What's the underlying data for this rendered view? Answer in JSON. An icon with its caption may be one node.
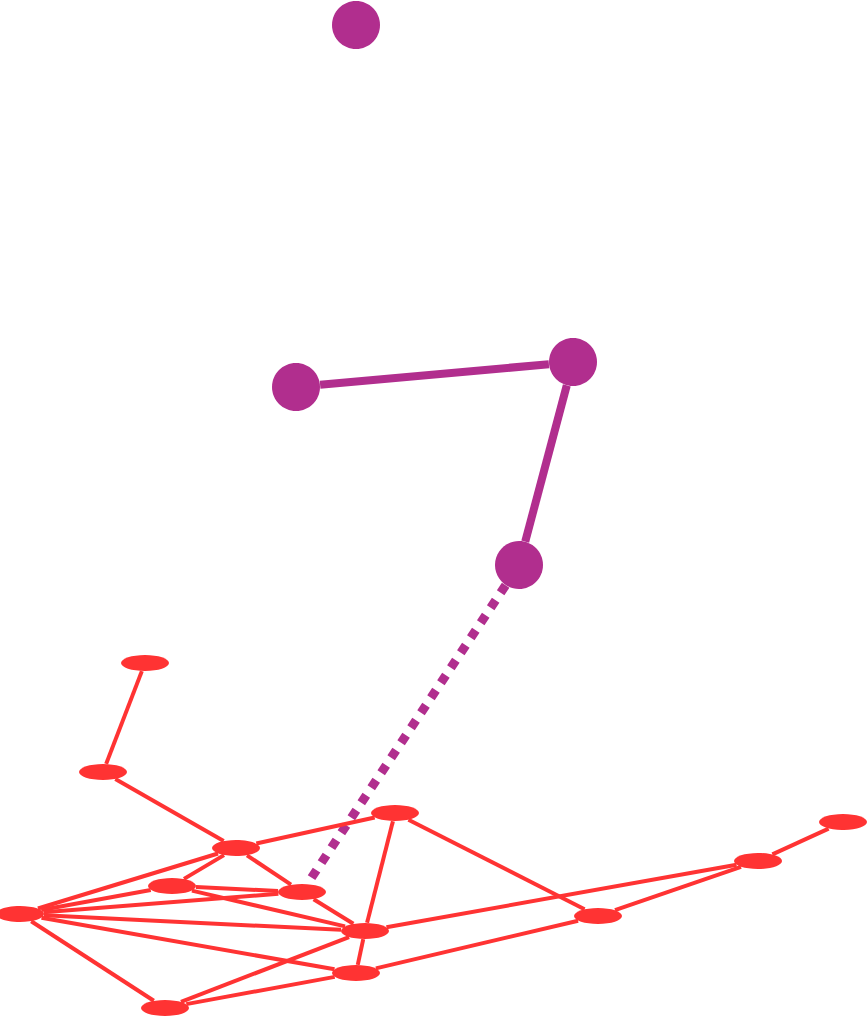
{
  "diagram": {
    "nodes": [
      {
        "text": [],
        "shape": "circle"
      },
      {
        "text": [],
        "shape": "circle"
      },
      {
        "text": [],
        "shape": "circle"
      },
      {
        "text": [],
        "shape": "circle"
      },
      {
        "text": [],
        "shape": "ellipse"
      },
      {
        "text": [],
        "shape": "ellipse"
      },
      {
        "text": [],
        "shape": "ellipse"
      },
      {
        "text": [],
        "shape": "ellipse"
      },
      {
        "text": [],
        "shape": "ellipse"
      },
      {
        "text": [],
        "shape": "ellipse"
      },
      {
        "text": [],
        "shape": "ellipse"
      },
      {
        "text": [],
        "shape": "ellipse"
      },
      {
        "text": [],
        "shape": "ellipse"
      },
      {
        "text": [],
        "shape": "ellipse"
      },
      {
        "text": [],
        "shape": "ellipse"
      },
      {
        "text": [],
        "shape": "ellipse"
      },
      {
        "text": [],
        "shape": "ellipse"
      }
    ],
    "edges": [
      {
        "from": 1,
        "to": 2,
        "arrow": "none",
        "style": "thick",
        "color": "#b12e8e"
      },
      {
        "from": 2,
        "to": 3,
        "arrow": "none",
        "style": "thick",
        "color": "#b12e8e"
      },
      {
        "from": 3,
        "to": 10,
        "arrow": "none",
        "style": "dashed",
        "color": "#b12e8e"
      },
      {
        "from": 4,
        "to": 5,
        "arrow": "none"
      },
      {
        "from": 5,
        "to": 6,
        "arrow": "none"
      },
      {
        "from": 6,
        "to": 7,
        "arrow": "none"
      },
      {
        "from": 6,
        "to": 12,
        "arrow": "none"
      },
      {
        "from": 6,
        "to": 9,
        "arrow": "none"
      },
      {
        "from": 6,
        "to": 10,
        "arrow": "none"
      },
      {
        "from": 7,
        "to": 14,
        "arrow": "none"
      },
      {
        "from": 7,
        "to": 13,
        "arrow": "none"
      },
      {
        "from": 9,
        "to": 10,
        "arrow": "none"
      },
      {
        "from": 9,
        "to": 12,
        "arrow": "none"
      },
      {
        "from": 9,
        "to": 14,
        "arrow": "none"
      },
      {
        "from": 10,
        "to": 12,
        "arrow": "none"
      },
      {
        "from": 10,
        "to": 14,
        "arrow": "none"
      },
      {
        "from": 12,
        "to": 14,
        "arrow": "none"
      },
      {
        "from": 12,
        "to": 15,
        "arrow": "none"
      },
      {
        "from": 12,
        "to": 16,
        "arrow": "none"
      },
      {
        "from": 16,
        "to": 14,
        "arrow": "none"
      },
      {
        "from": 16,
        "to": 15,
        "arrow": "none"
      },
      {
        "from": 14,
        "to": 15,
        "arrow": "none"
      },
      {
        "from": 14,
        "to": 11,
        "arrow": "none"
      },
      {
        "from": 13,
        "to": 11,
        "arrow": "none"
      },
      {
        "from": 15,
        "to": 13,
        "arrow": "none"
      },
      {
        "from": 11,
        "to": 8,
        "arrow": "none"
      }
    ]
  }
}
